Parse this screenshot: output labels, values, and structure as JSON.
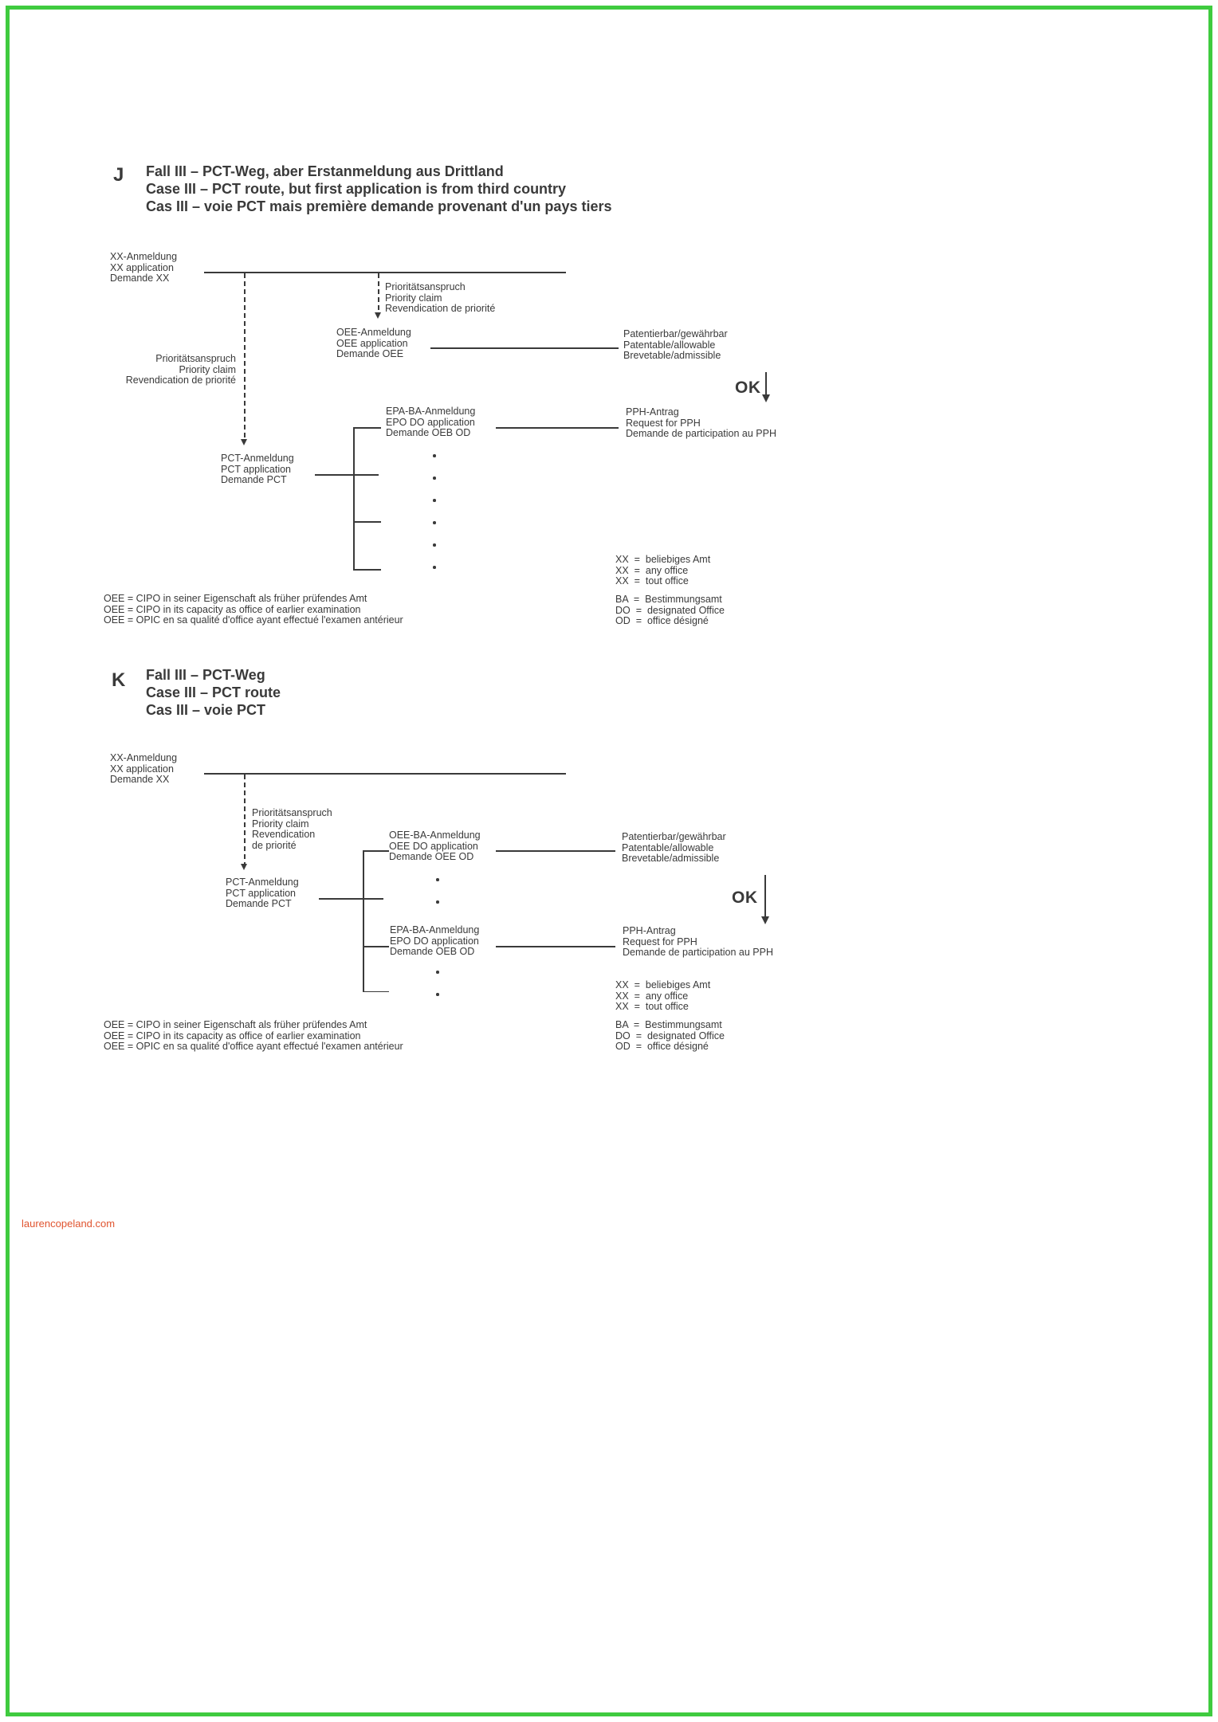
{
  "page": {
    "watermark": "laurencopeland.com",
    "watermark_color": "#e0542f",
    "border_color": "#3fcb3f",
    "text_color": "#3a3a3a"
  },
  "j": {
    "label": "J",
    "title": [
      "Fall III – PCT-Weg, aber Erstanmeldung aus Drittland",
      "Case III – PCT route, but first application is from third country",
      "Cas III – voie PCT mais première demande provenant d'un pays tiers"
    ],
    "xx_application": [
      "XX-Anmeldung",
      "XX application",
      "Demande XX"
    ],
    "priority_claim_top": [
      "Prioritätsanspruch",
      "Priority claim",
      "Revendication de priorité"
    ],
    "priority_claim_left": [
      "Prioritätsanspruch",
      "Priority claim",
      "Revendication de priorité"
    ],
    "oee_application": [
      "OEE-Anmeldung",
      "OEE application",
      "Demande OEE"
    ],
    "patentable": [
      "Patentierbar/gewährbar",
      "Patentable/allowable",
      "Brevetable/admissible"
    ],
    "ok_label": "OK",
    "epo_do_application": [
      "EPA-BA-Anmeldung",
      "EPO DO application",
      "Demande OEB OD"
    ],
    "pph_request": [
      "PPH-Antrag",
      "Request for PPH",
      "Demande de participation au PPH"
    ],
    "pct_application": [
      "PCT-Anmeldung",
      "PCT application",
      "Demande PCT"
    ],
    "legend_oee": [
      "OEE = CIPO in seiner Eigenschaft als früher prüfendes Amt",
      "OEE = CIPO in its capacity as office of earlier examination",
      "OEE = OPIC en sa qualité d'office ayant effectué l'examen antérieur"
    ],
    "legend_xx": [
      "XX  =  beliebiges Amt",
      "XX  =  any office",
      "XX  =  tout office"
    ],
    "legend_ba": [
      "BA  =  Bestimmungsamt",
      "DO  =  designated Office",
      "OD  =  office désigné"
    ]
  },
  "k": {
    "label": "K",
    "title": [
      "Fall III – PCT-Weg",
      "Case III – PCT route",
      "Cas III – voie PCT"
    ],
    "xx_application": [
      "XX-Anmeldung",
      "XX application",
      "Demande XX"
    ],
    "priority_claim": [
      "Prioritätsanspruch",
      "Priority claim",
      "Revendication",
      "de priorité"
    ],
    "oee_ba_application": [
      "OEE-BA-Anmeldung",
      "OEE DO application",
      "Demande OEE OD"
    ],
    "patentable": [
      "Patentierbar/gewährbar",
      "Patentable/allowable",
      "Brevetable/admissible"
    ],
    "ok_label": "OK",
    "pct_application": [
      "PCT-Anmeldung",
      "PCT application",
      "Demande PCT"
    ],
    "epo_do_application": [
      "EPA-BA-Anmeldung",
      "EPO DO application",
      "Demande OEB OD"
    ],
    "pph_request": [
      "PPH-Antrag",
      "Request for PPH",
      "Demande de participation au PPH"
    ],
    "legend_oee": [
      "OEE = CIPO in seiner Eigenschaft als früher prüfendes Amt",
      "OEE = CIPO in its capacity as office of earlier examination",
      "OEE = OPIC en sa qualité d'office ayant effectué l'examen antérieur"
    ],
    "legend_xx": [
      "XX  =  beliebiges Amt",
      "XX  =  any office",
      "XX  =  tout office"
    ],
    "legend_ba": [
      "BA  =  Bestimmungsamt",
      "DO  =  designated Office",
      "OD  =  office désigné"
    ]
  }
}
